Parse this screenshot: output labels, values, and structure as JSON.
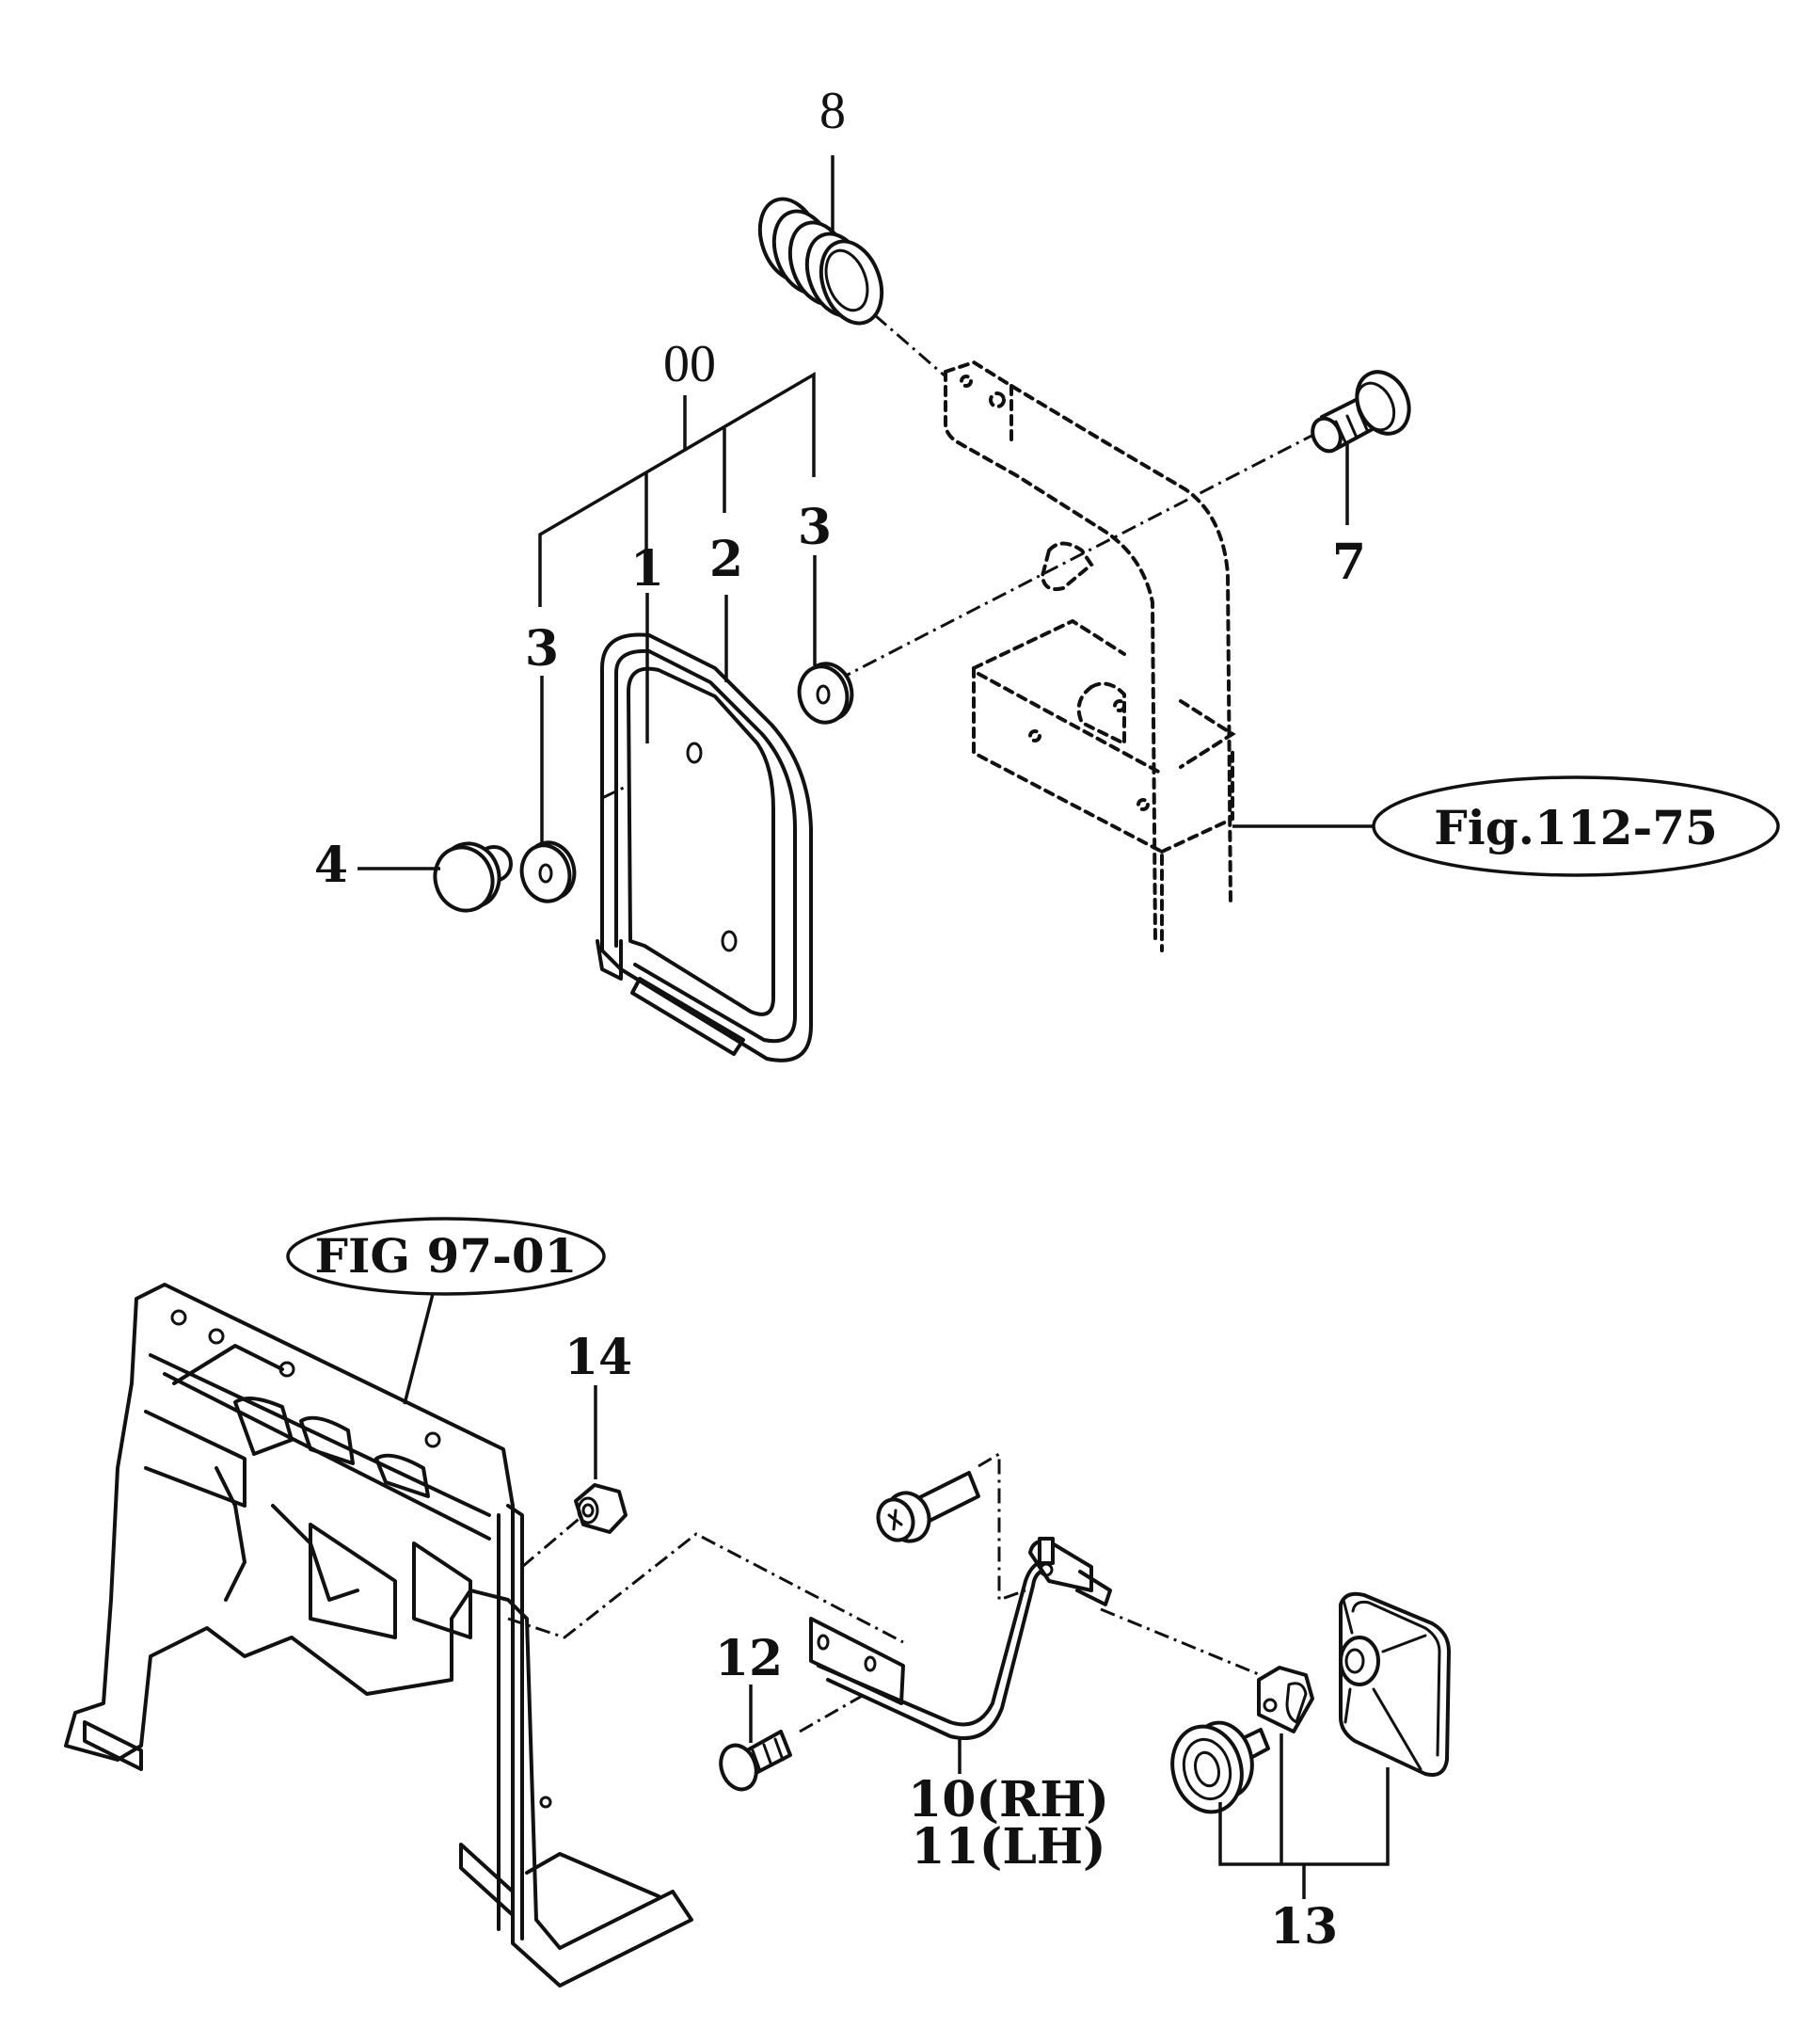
{
  "diagram": {
    "type": "exploded-parts-diagram",
    "top_assembly": {
      "callouts": {
        "assembly": "00",
        "part_1": "1",
        "part_2": "2",
        "part_3_left": "3",
        "part_3_right": "3",
        "part_4": "4",
        "part_7": "7",
        "part_8": "8"
      },
      "figure_reference": "Fig.112-75"
    },
    "bottom_assembly": {
      "callouts": {
        "part_10": "10(RH)",
        "part_11": "11(LH)",
        "part_12": "12",
        "part_13": "13",
        "part_14": "14"
      },
      "figure_reference": "FIG 97-01"
    }
  }
}
